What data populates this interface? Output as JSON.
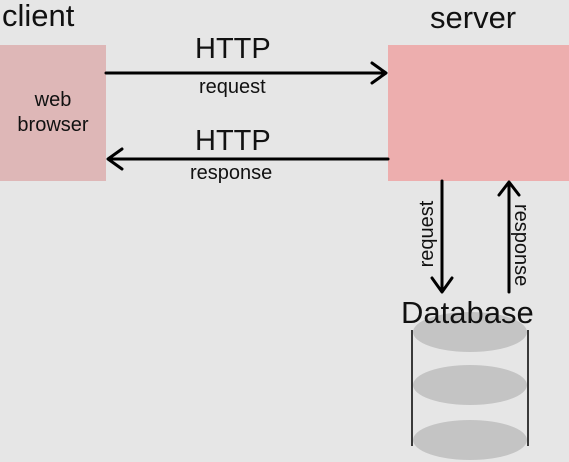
{
  "client": {
    "title": "client",
    "box_line1": "web",
    "box_line2": "browser"
  },
  "server": {
    "title": "server"
  },
  "http_request": {
    "protocol": "HTTP",
    "direction": "request"
  },
  "http_response": {
    "protocol": "HTTP",
    "direction": "response"
  },
  "db_request": "request",
  "db_response": "response",
  "database": {
    "title": "Database"
  },
  "colors": {
    "background": "#e6e6e6",
    "client_box": "#deb7b7",
    "server_box": "#edaeae",
    "db_disk": "#c4c4c4"
  }
}
